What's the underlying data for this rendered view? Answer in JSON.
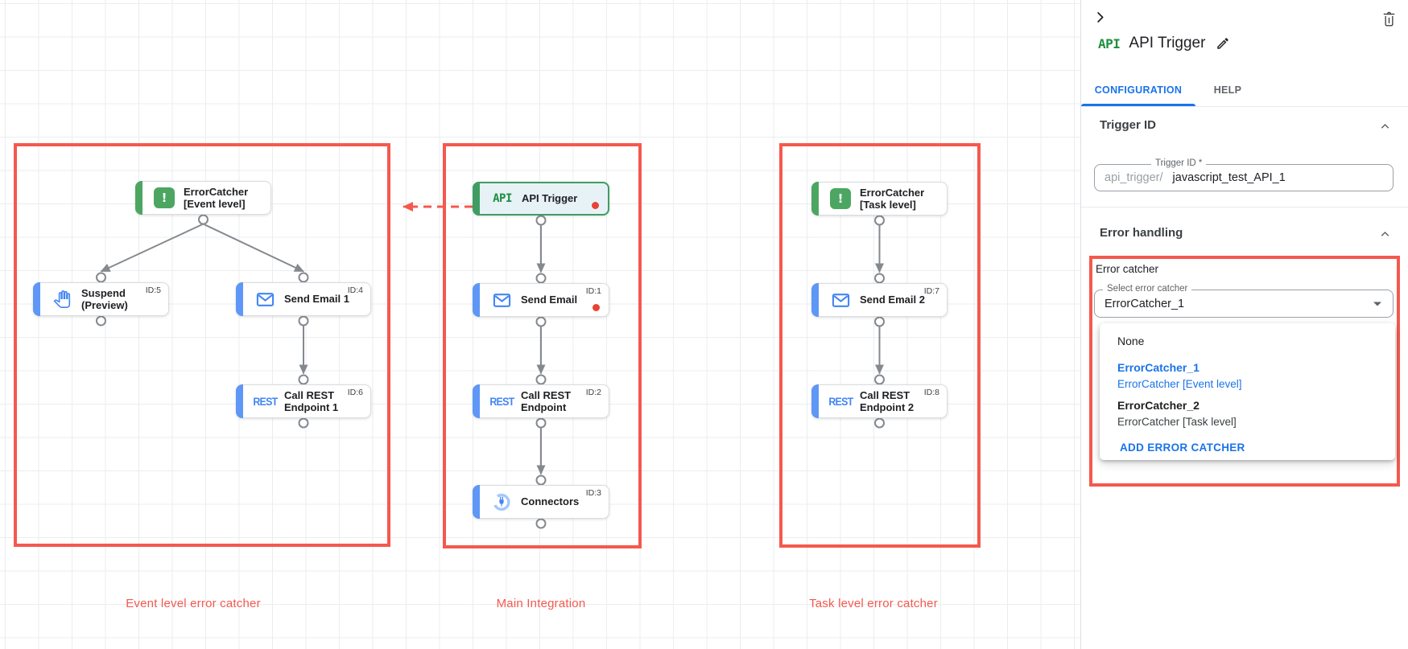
{
  "panel": {
    "title": "API Trigger",
    "title_icon": "api-icon",
    "icons": {
      "collapse": "chevron-right-icon",
      "delete": "trash-icon",
      "edit": "pencil-icon",
      "section_collapse": "chevron-up-icon",
      "select_arrow": "dropdown-arrow-icon"
    },
    "tabs": [
      {
        "label": "CONFIGURATION",
        "active": true
      },
      {
        "label": "HELP",
        "active": false
      }
    ],
    "sections": {
      "trigger_id": {
        "header": "Trigger ID",
        "field_label": "Trigger ID *",
        "prefix": "api_trigger/",
        "value": "javascript_test_API_1"
      },
      "error_handling": {
        "header": "Error handling",
        "group_label": "Error catcher",
        "select_label": "Select error catcher",
        "select_value": "ErrorCatcher_1",
        "dropdown": {
          "none_label": "None",
          "options": [
            {
              "name": "ErrorCatcher_1",
              "detail": "ErrorCatcher [Event level]",
              "highlighted": true
            },
            {
              "name": "ErrorCatcher_2",
              "detail": "ErrorCatcher [Task level]",
              "highlighted": false
            }
          ],
          "action_label": "ADD ERROR CATCHER"
        }
      }
    }
  },
  "canvas": {
    "groups": [
      {
        "id": "event",
        "caption": "Event level error catcher"
      },
      {
        "id": "main",
        "caption": "Main Integration"
      },
      {
        "id": "task",
        "caption": "Task level error catcher"
      }
    ],
    "nodes": [
      {
        "id": "error-catcher-event",
        "label": "ErrorCatcher [Event level]",
        "icon": "error-catcher-icon",
        "kind": "error"
      },
      {
        "id": "suspend",
        "label": "Suspend (Preview)",
        "icon": "suspend-hand-icon",
        "task_id": "ID:5"
      },
      {
        "id": "send-email-1",
        "label": "Send Email 1",
        "icon": "email-icon",
        "task_id": "ID:4"
      },
      {
        "id": "call-rest-1",
        "label": "Call REST Endpoint 1",
        "icon": "rest-icon",
        "task_id": "ID:6"
      },
      {
        "id": "api-trigger",
        "label": "API Trigger",
        "icon": "api-icon",
        "kind": "trigger",
        "has_alert": true
      },
      {
        "id": "send-email",
        "label": "Send Email",
        "icon": "email-icon",
        "task_id": "ID:1",
        "has_alert": true
      },
      {
        "id": "call-rest",
        "label": "Call REST Endpoint",
        "icon": "rest-icon",
        "task_id": "ID:2"
      },
      {
        "id": "connectors",
        "label": "Connectors",
        "icon": "connectors-icon",
        "task_id": "ID:3"
      },
      {
        "id": "error-catcher-task",
        "label": "ErrorCatcher [Task level]",
        "icon": "error-catcher-icon",
        "kind": "error"
      },
      {
        "id": "send-email-2",
        "label": "Send Email 2",
        "icon": "email-icon",
        "task_id": "ID:7"
      },
      {
        "id": "call-rest-2",
        "label": "Call REST Endpoint 2",
        "icon": "rest-icon",
        "task_id": "ID:8"
      }
    ],
    "icon_texts": {
      "api": "API",
      "rest": "REST",
      "error_catcher": "!"
    }
  },
  "colors": {
    "red_accent": "#F4594E",
    "alert_red": "#E94235",
    "task_blue": "#4285F4",
    "bar_blue": "#5E97F6",
    "link_blue": "#1A73E8",
    "catcher_green": "#4CA662",
    "trigger_green": "#3F9D63",
    "api_text_green": "#1E8E3E",
    "edge_gray": "#85898E"
  }
}
